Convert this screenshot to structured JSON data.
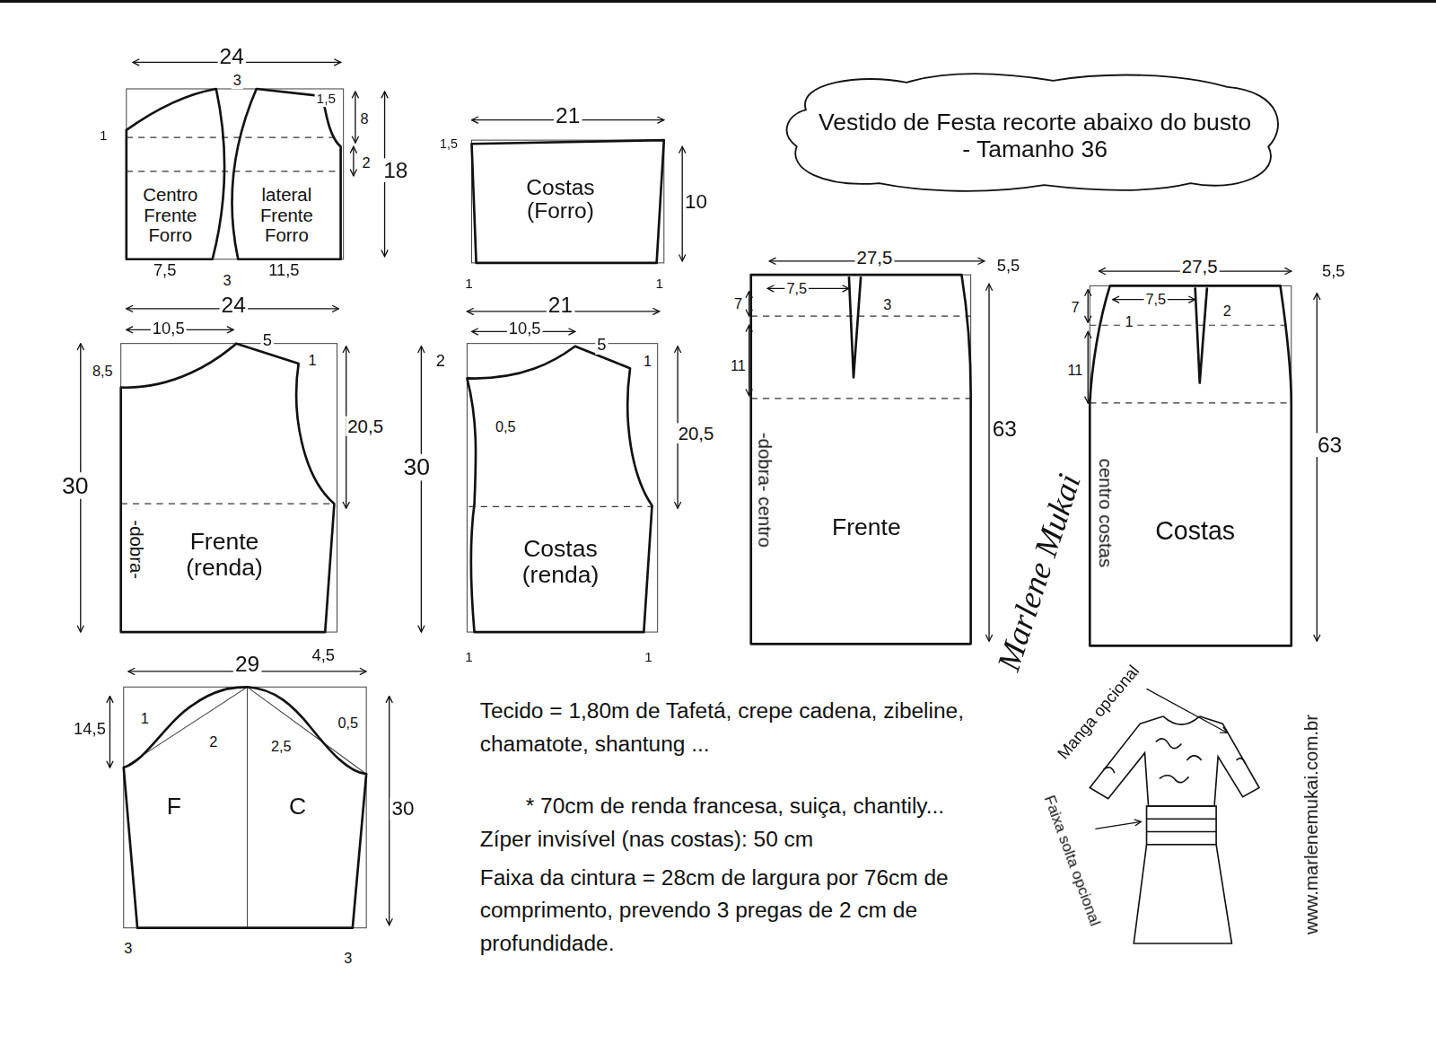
{
  "diagram": {
    "title": "Vestido de Festa recorte abaixo do busto - Tamanho 36",
    "nodes": [
      {
        "text": [
          "Centro Frente Forro"
        ]
      },
      {
        "text": [
          "lateral Frente Forro"
        ]
      },
      {
        "text": [
          "Costas (Forro)"
        ]
      },
      {
        "text": [
          "Frente (renda)",
          "-dobra-"
        ]
      },
      {
        "text": [
          "Costas (renda)"
        ]
      },
      {
        "text": [
          "Frente",
          "-dobra- centro"
        ]
      },
      {
        "text": [
          "Costas",
          "centro costas"
        ]
      },
      {
        "text": [
          "F",
          "C"
        ]
      }
    ],
    "labels": [
      "24",
      "3",
      "1,5",
      "1",
      "8",
      "2",
      "18",
      "7,5",
      "3",
      "11,5",
      "21",
      "1,5",
      "1",
      "1",
      "10",
      "24",
      "10,5",
      "5",
      "1",
      "8,5",
      "30",
      "20,5",
      "21",
      "10,5",
      "5",
      "2",
      "1",
      "0,5",
      "30",
      "20,5",
      "1",
      "1",
      "27,5",
      "5,5",
      "7,5",
      "3",
      "7",
      "11",
      "63",
      "27,5",
      "5,5",
      "7,5",
      "1",
      "2",
      "7",
      "11",
      "63",
      "29",
      "4,5",
      "14,5",
      "1",
      "2",
      "2,5",
      "0,5",
      "30",
      "3",
      "3",
      "Tecido = 1,80m de Tafetá, crepe cadena, zibeline, chamatote, shantung ...",
      "* 70cm de renda francesa, suiça, chantily...",
      "Zíper invisível (nas costas): 50 cm",
      "Faixa da cintura = 28cm de largura por 76cm de comprimento, prevendo 3 pregas de 2 cm de profundidade.",
      "Manga opcional",
      "Faixa solta opcional",
      "www.marlenemukai.com.br",
      "Marlene Mukai"
    ]
  }
}
